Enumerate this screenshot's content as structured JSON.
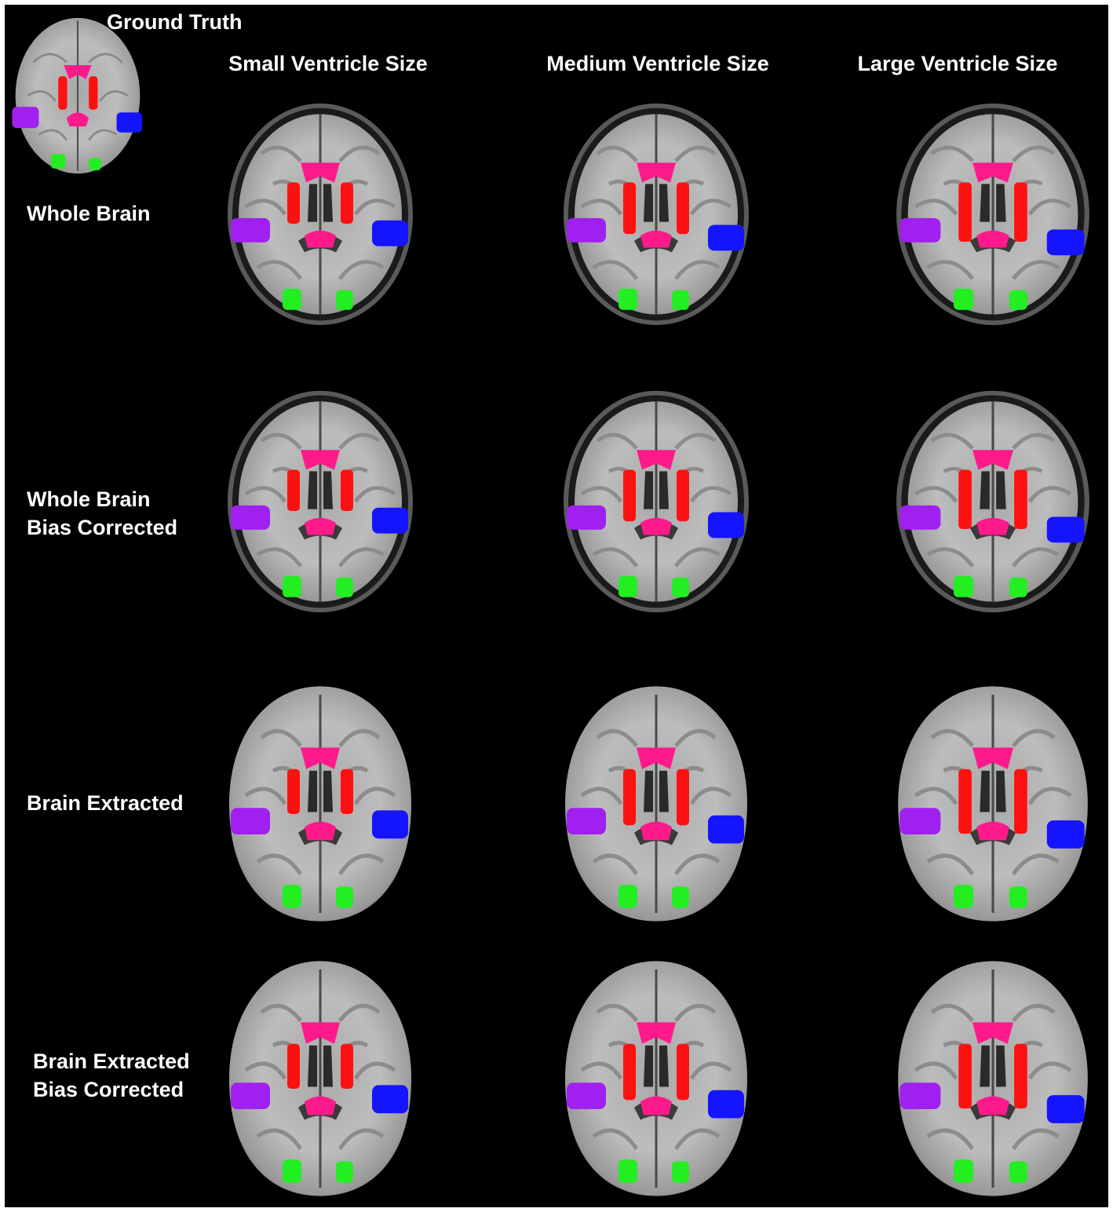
{
  "figure": {
    "ground_truth_label": "Ground Truth",
    "column_headers": [
      "Small Ventricle Size",
      "Medium Ventricle Size",
      "Large Ventricle Size"
    ],
    "row_labels": [
      [
        "Whole Brain"
      ],
      [
        "Whole Brain",
        "Bias Corrected"
      ],
      [
        "Brain Extracted"
      ],
      [
        "Brain Extracted",
        "Bias Corrected"
      ]
    ],
    "panels": {
      "ground_truth": {
        "image": "brain-axial-ground-truth-icon"
      },
      "whole_brain": [
        {
          "image": "brain-axial-with-skull-small-ventricle-icon"
        },
        {
          "image": "brain-axial-with-skull-medium-ventricle-icon"
        },
        {
          "image": "brain-axial-with-skull-large-ventricle-icon"
        }
      ],
      "whole_brain_bias_corrected": [
        {
          "image": "brain-axial-with-skull-small-ventricle-icon"
        },
        {
          "image": "brain-axial-with-skull-medium-ventricle-icon"
        },
        {
          "image": "brain-axial-with-skull-large-ventricle-icon"
        }
      ],
      "brain_extracted": [
        {
          "image": "brain-axial-extracted-small-ventricle-icon"
        },
        {
          "image": "brain-axial-extracted-medium-ventricle-icon"
        },
        {
          "image": "brain-axial-extracted-large-ventricle-icon"
        }
      ],
      "brain_extracted_bias_corrected": [
        {
          "image": "brain-axial-extracted-small-ventricle-icon"
        },
        {
          "image": "brain-axial-extracted-medium-ventricle-icon"
        },
        {
          "image": "brain-axial-extracted-large-ventricle-icon"
        }
      ]
    },
    "colors": {
      "background": "#000000",
      "caudate_overlay": "#ff1a8c",
      "putamen_overlay": "#ff1010",
      "left_region_overlay": "#a020f0",
      "right_region_overlay": "#1414ff",
      "occipital_overlay": "#22ee22",
      "brain_tissue": "#b8b8b8",
      "skull_ring": "#7a7a7a"
    }
  }
}
